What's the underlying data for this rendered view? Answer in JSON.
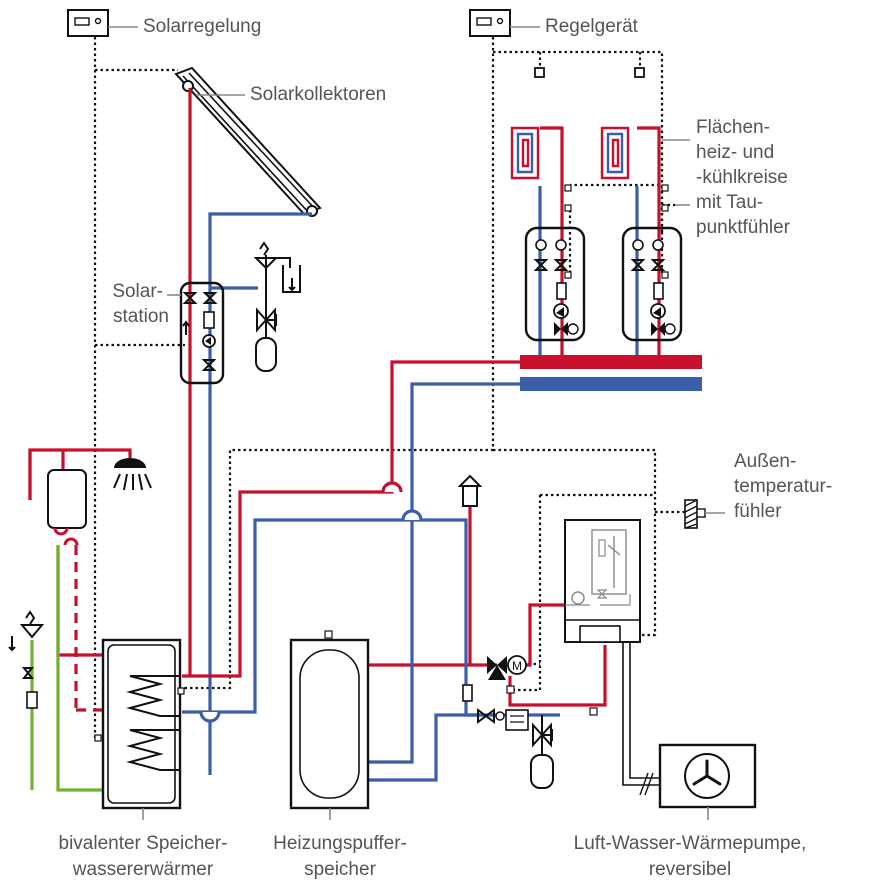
{
  "labels": {
    "solarregelung": "Solarregelung",
    "solarkollektoren": "Solarkollektoren",
    "regelgeraet": "Regelgerät",
    "flaechen_line1": "Flächen-",
    "flaechen_line2": "heiz- und",
    "flaechen_line3": "-kühlkreise",
    "flaechen_line4": "mit Tau-",
    "flaechen_line5": "punktfühler",
    "solarstation_line1": "Solar-",
    "solarstation_line2": "station",
    "aussen_line1": "Außen-",
    "aussen_line2": "temperatur-",
    "aussen_line3": "fühler",
    "speicher_line1": "bivalenter Speicher-",
    "speicher_line2": "wassererwärmer",
    "puffer_line1": "Heizungspuffer-",
    "puffer_line2": "speicher",
    "wp_line1": "Luft-Wasser-Wärmepumpe,",
    "wp_line2": "reversibel",
    "motor_symbol": "M"
  },
  "colors": {
    "supply": "#c8102e",
    "return": "#3a5fa8",
    "cold_water": "#6fb22f",
    "control": "#111111",
    "label": "#555555"
  }
}
